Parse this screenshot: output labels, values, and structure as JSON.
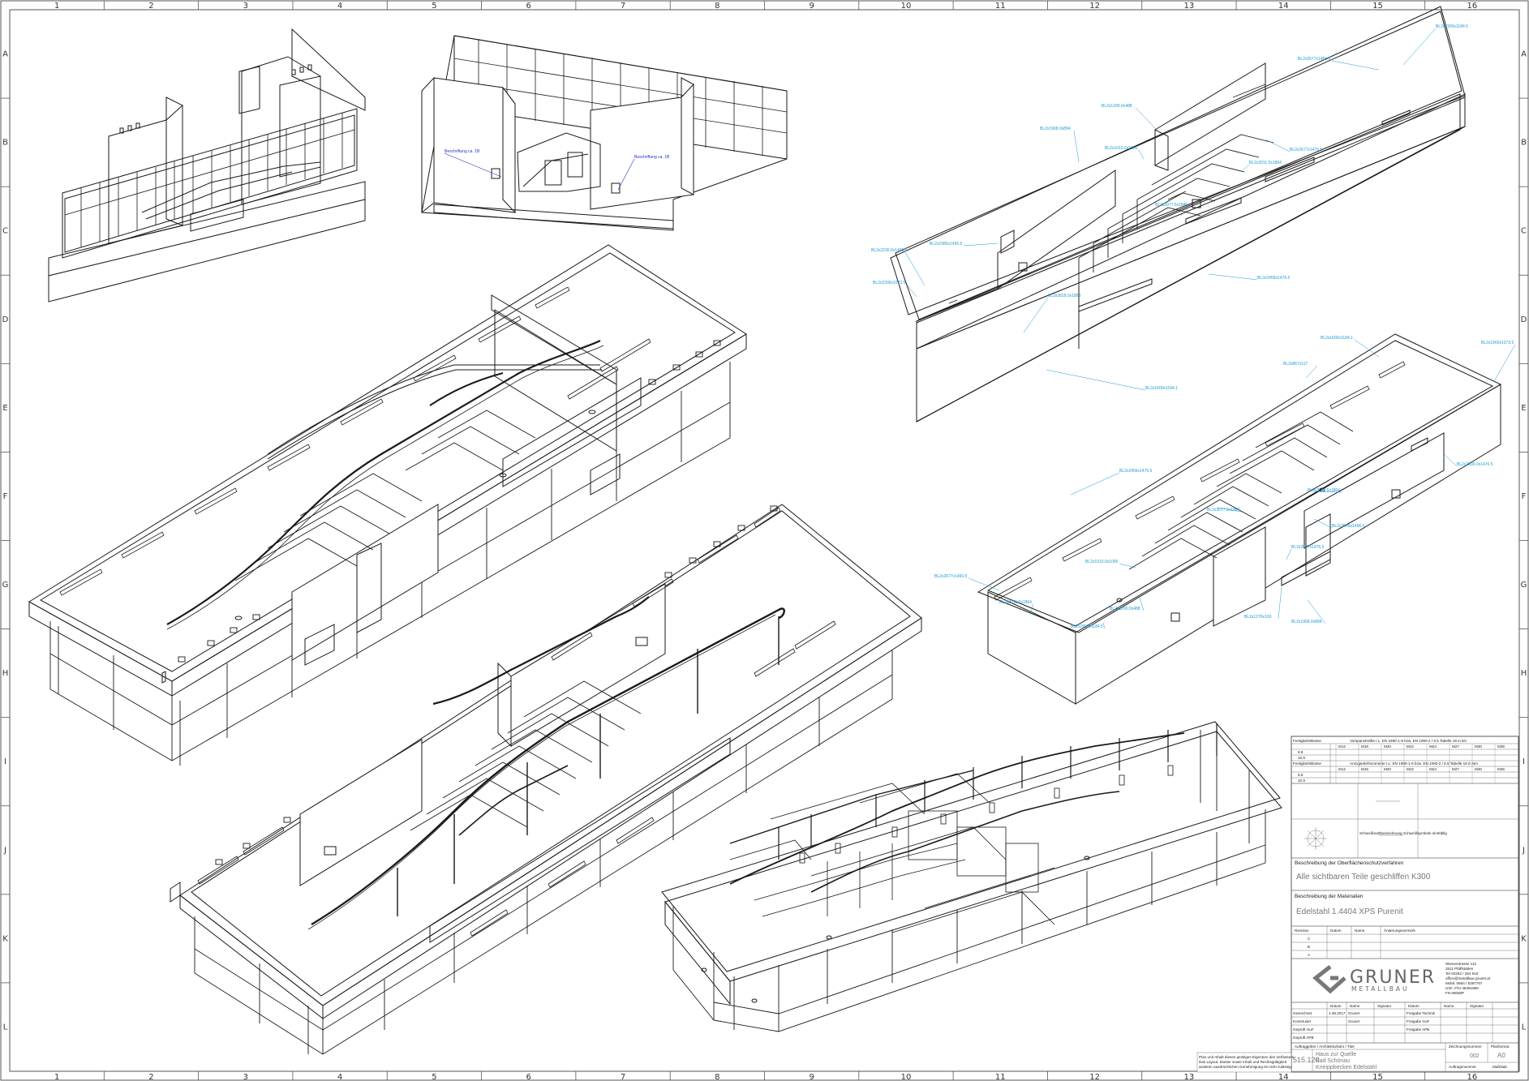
{
  "frame": {
    "columns": [
      "1",
      "2",
      "3",
      "4",
      "5",
      "6",
      "7",
      "8",
      "9",
      "10",
      "11",
      "12",
      "13",
      "14",
      "15",
      "16"
    ],
    "rows": [
      "A",
      "B",
      "C",
      "D",
      "E",
      "F",
      "G",
      "H",
      "I",
      "J",
      "K",
      "L"
    ]
  },
  "views": {
    "facade_labels": [
      "Beschriftung ca. 1B",
      "Beschriftung ca. 1B"
    ],
    "top_right_labels": [
      "BL2x2300x1184.5",
      "BL2x2677x1460.5",
      "BL2x1200.0x488",
      "BL2x1968.0x894",
      "BL2x1010.0x1000",
      "BL2x2677x1476.5",
      "BL2x2011.5x1864",
      "BL2x3077.5x1846",
      "BL2x2386x1456.5",
      "BL2x2230.0x1490.5",
      "BL2x2300x1073.5",
      "BL2x2818.0x1864",
      "BL2x2456x1476.5",
      "BL2x1600x1184.1"
    ],
    "mid_right_labels": [
      "BL2x1600x1184.1",
      "BL2x1960x1073.5",
      "BL2x867x117",
      "BL2x2456x1476.5",
      "BL2x2300.0x1476.5",
      "BL2x2011.5x1864",
      "BL2x3077.5x1864",
      "BL2x2966x1496.5",
      "BL2x2677x1460.5",
      "BL2x1010.0x1000",
      "BL2x2677x1476.5",
      "BL2x2011.5x1864",
      "BL2x2900x1184.5",
      "BL2x1200.0x488",
      "BL2x1276x100",
      "BL2x1968.0x894"
    ]
  },
  "title_block": {
    "strength_rows": [
      {
        "label": "Festigkeitsklasse",
        "norm": "Vorspannkräfte I.L. EN 1990-1-8 bzw. EN 1090-2 / 8.5 Tabelle 19 in kN"
      },
      {
        "label": "Festigkeitsklasse",
        "norm": "Anzugsdrehmomente I.L. EN 1990-1-8 bzw. EN 1090-2 / 8.5 Tabelle 19 in Nm"
      }
    ],
    "bolt_sizes": [
      "M12",
      "M16",
      "M20",
      "M22",
      "M24",
      "M27",
      "M30",
      "M36"
    ],
    "grades": [
      "8.8",
      "10.9"
    ],
    "weld_note": "Schweißnahtbezeichnung Schweißsymbole sinnfällig",
    "surface_heading": "Beschreibung der Oberflächenschutzverfahren",
    "surface_text": "Alle sichtbaren Teile geschliffen K300",
    "material_heading": "Beschreibung der Materialien",
    "material_text": "Edelstahl 1.4404 XPS Purenit",
    "revision_headers": [
      "Revision",
      "Datum",
      "Name",
      "Änderungsvermerk"
    ],
    "revisions": [
      "C",
      "B",
      "A"
    ],
    "company": {
      "name": "GRUNER",
      "sub": "METALLBAU",
      "address": [
        "Wienerstrasse 112",
        "2511 Pfaffstätten",
        "Tel 02252 / 254 610",
        "office@metallbau-gruner.at",
        "Mobil: 0664 / 5367757",
        "UID: ATU 48461866",
        "FN 69080P"
      ]
    },
    "approval_headers": [
      "Datum",
      "Name",
      "Signatur",
      "Datum",
      "Name",
      "Signatur"
    ],
    "approval_rows": [
      {
        "role": "Gezeichnet",
        "date": "1.09.2017",
        "name": "Gruner",
        "release": "Freigabe Technik"
      },
      {
        "role": "Konstruiert",
        "date": "",
        "name": "Gruner",
        "release": "Freigabe GuF"
      },
      {
        "role": "Geprüft GuF",
        "date": "",
        "name": "",
        "release": "Freigabe APB"
      },
      {
        "role": "Geprüft APB",
        "date": "",
        "name": "",
        "release": ""
      }
    ],
    "project_label": "Auftraggeber / Architekturbüro / Titel",
    "project_number": "515.120",
    "project_title": [
      "Haus zur Quelle",
      "Bad Schönau",
      "Kneippbecken Edelstahl"
    ],
    "drawing_number_label": "Zeichnungsnummer",
    "drawing_number": "002",
    "format_label": "Planformat",
    "format": "A0",
    "scale_label": "Maßstab",
    "order_label": "Auftragsnummer",
    "notes": [
      "Plan und Inhalt dieses geistiges Eigentum des Verfassers.",
      "Das Layout, Muster sowie Inhalt und Rechtsgültigkeit",
      "anderen ausdrücklichen Genehmigung ist nicht zulässig."
    ]
  },
  "colors": {
    "line": "#1a1a1a",
    "annotation": "#1a9ad6",
    "annotation_blue": "#2233cc",
    "logo": "#777777"
  }
}
